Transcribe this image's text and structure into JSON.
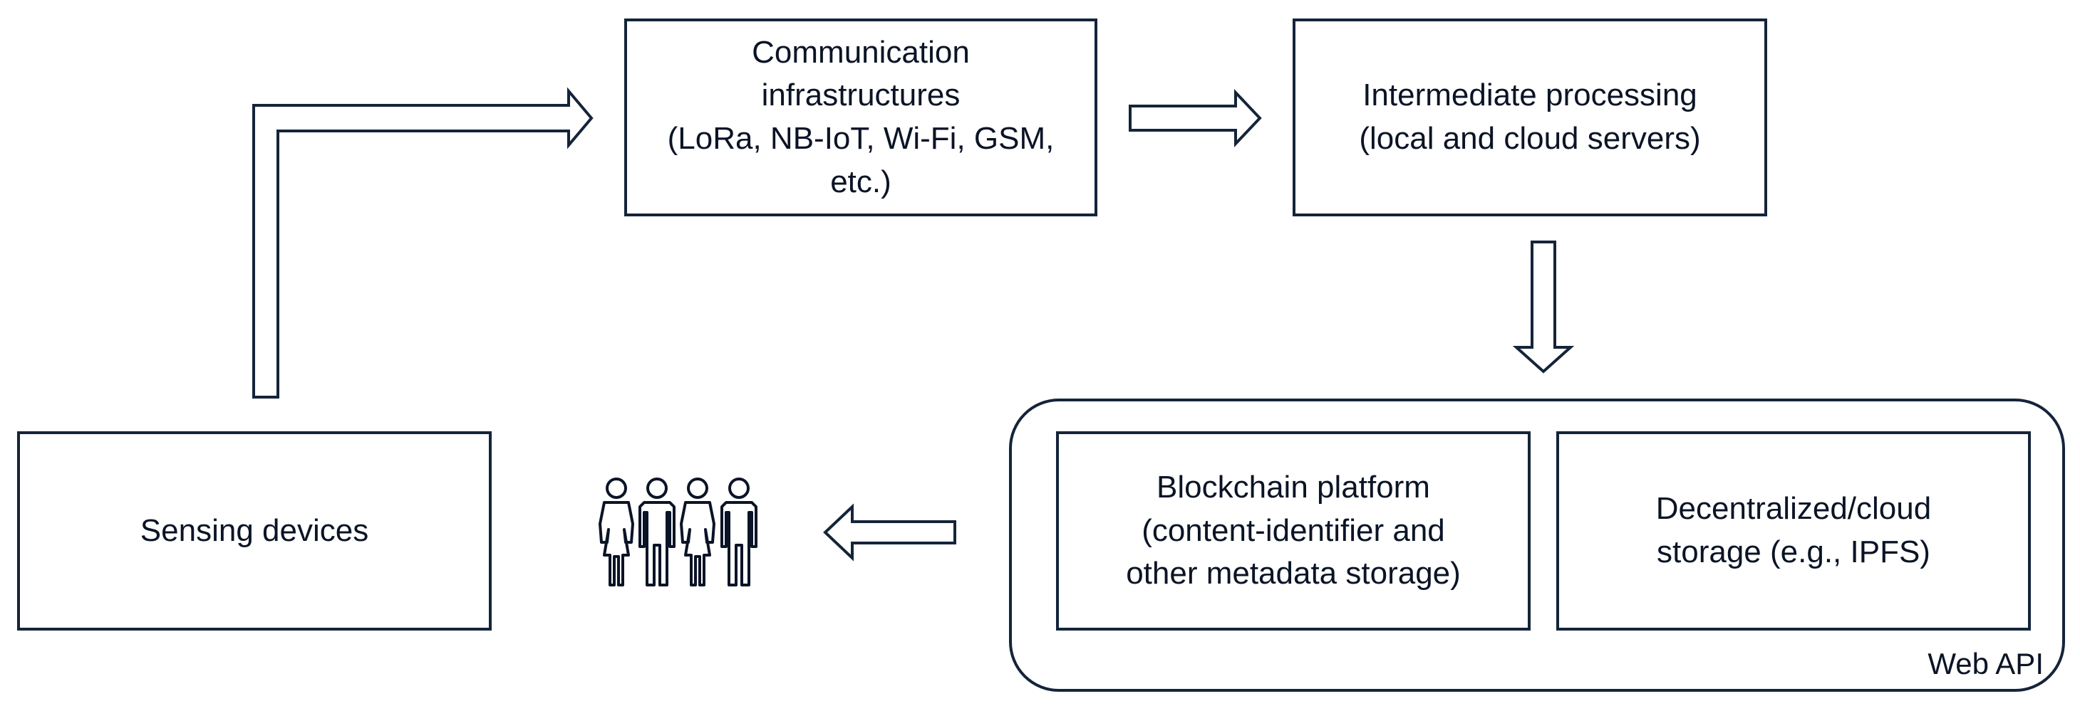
{
  "nodes": {
    "communication": {
      "label": "Communication\ninfrastructures\n(LoRa, NB-IoT, Wi-Fi, GSM,\netc.)"
    },
    "intermediate": {
      "label": "Intermediate processing\n(local and cloud servers)"
    },
    "sensing": {
      "label": "Sensing devices"
    },
    "blockchain": {
      "label": "Blockchain platform\n(content-identifier and\nother metadata storage)"
    },
    "storage": {
      "label": "Decentralized/cloud\nstorage (e.g., IPFS)"
    }
  },
  "container": {
    "label": "Web API"
  },
  "users_icon": "people-group-icon",
  "colors": {
    "stroke": "#14243a",
    "background": "#ffffff",
    "text": "#0b1426"
  }
}
